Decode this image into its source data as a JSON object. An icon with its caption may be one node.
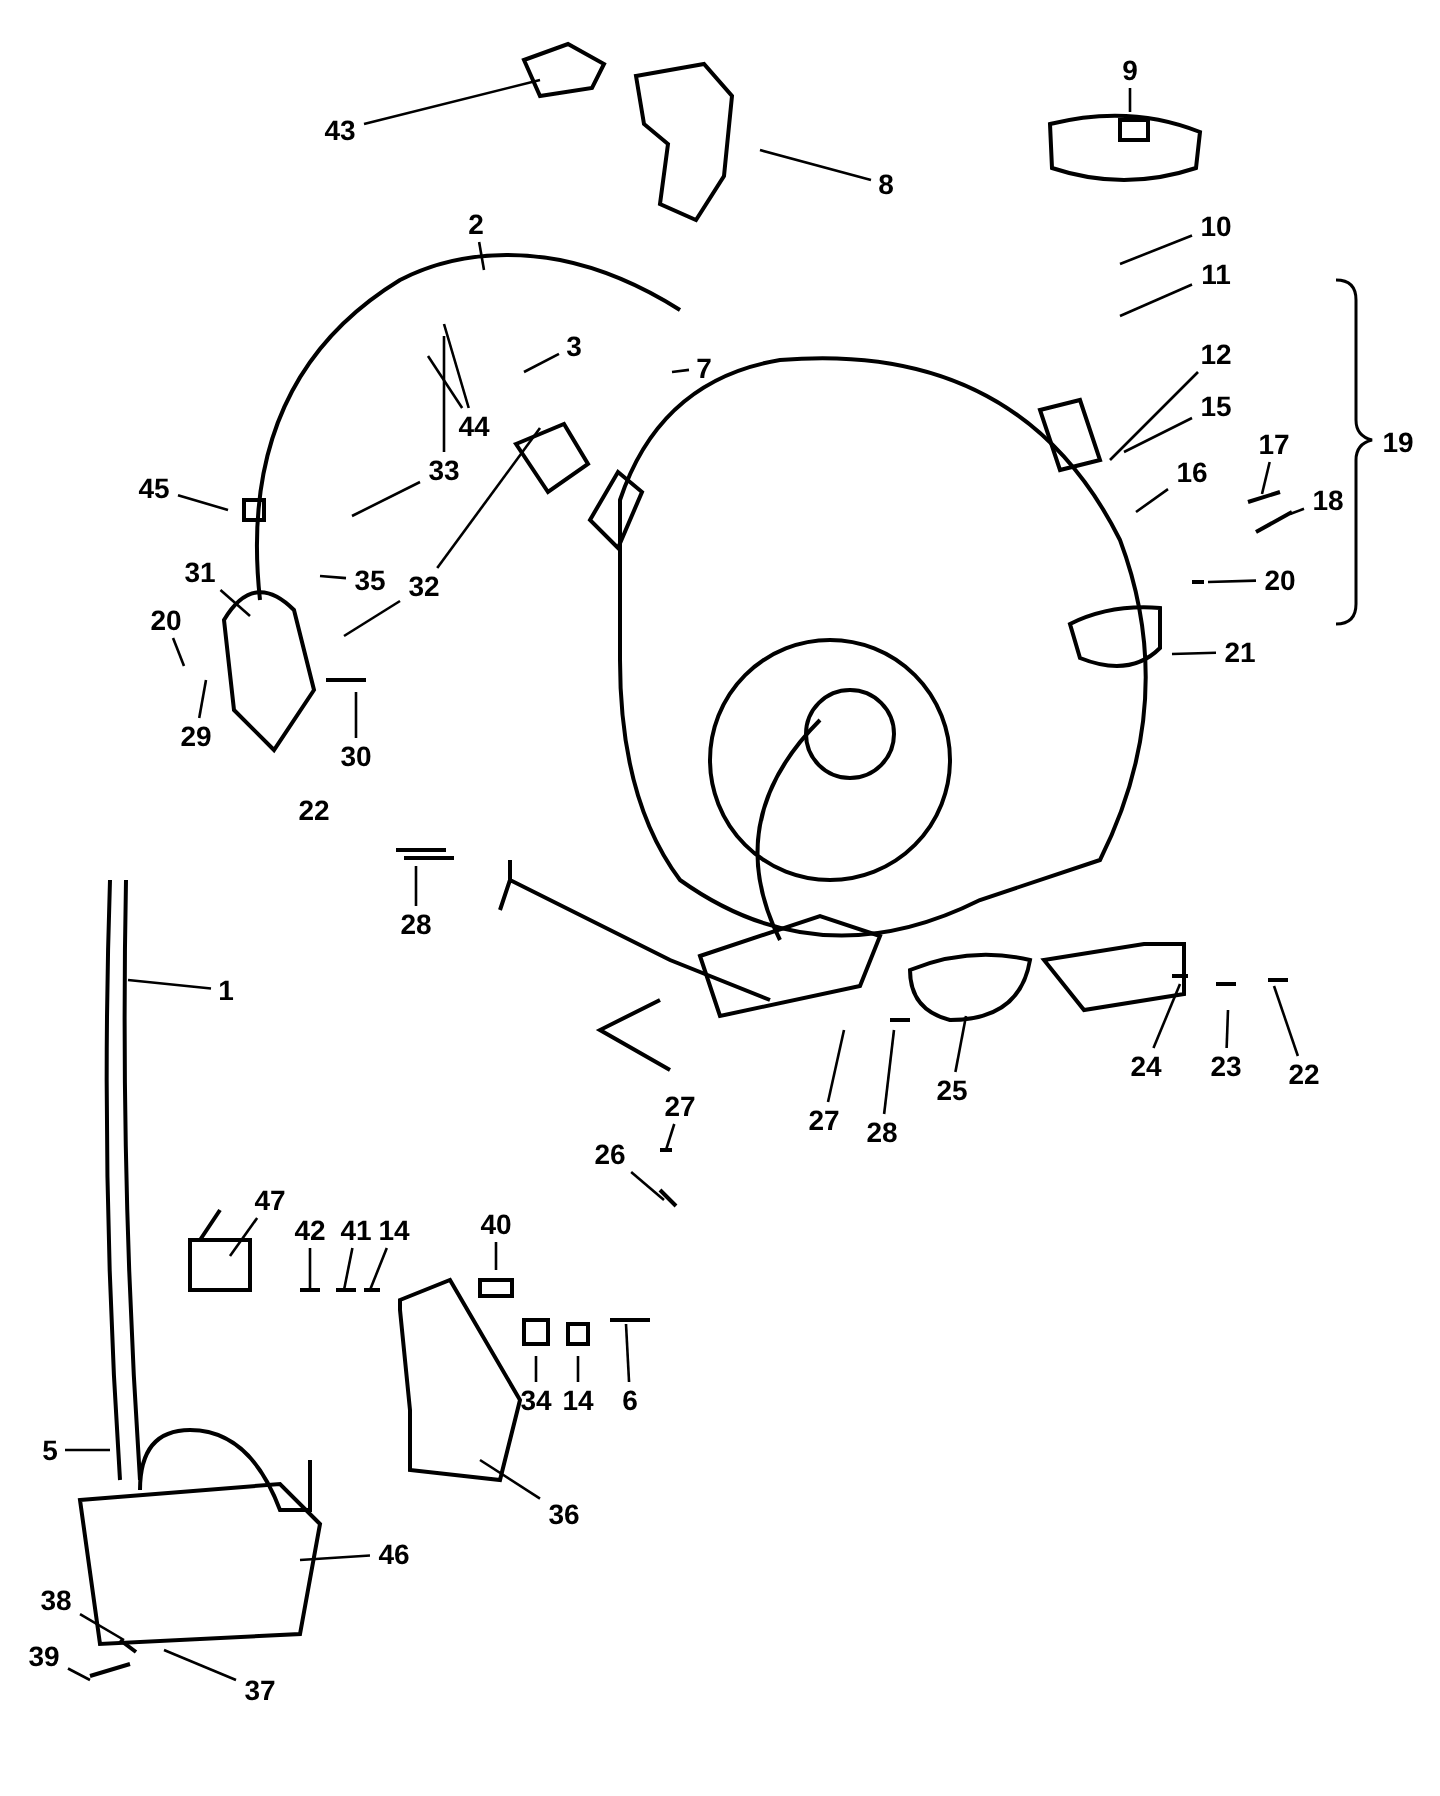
{
  "diagram": {
    "nodes": [
      {
        "text": [
          "43"
        ]
      },
      {
        "text": [
          "8"
        ]
      },
      {
        "text": [
          "9"
        ]
      },
      {
        "text": [
          "2"
        ]
      },
      {
        "text": [
          "10"
        ]
      },
      {
        "text": [
          "11"
        ]
      },
      {
        "text": [
          "3"
        ]
      },
      {
        "text": [
          "7"
        ]
      },
      {
        "text": [
          "12"
        ]
      },
      {
        "text": [
          "44"
        ]
      },
      {
        "text": [
          "15"
        ]
      },
      {
        "text": [
          "33"
        ]
      },
      {
        "text": [
          "16"
        ]
      },
      {
        "text": [
          "17"
        ]
      },
      {
        "text": [
          "45"
        ]
      },
      {
        "text": [
          "18"
        ]
      },
      {
        "text": [
          "20"
        ]
      },
      {
        "text": [
          "31"
        ]
      },
      {
        "text": [
          "35"
        ]
      },
      {
        "text": [
          "32"
        ]
      },
      {
        "text": [
          "21"
        ]
      },
      {
        "text": [
          "20"
        ]
      },
      {
        "text": [
          "29"
        ]
      },
      {
        "text": [
          "30"
        ]
      },
      {
        "text": [
          "28"
        ]
      },
      {
        "text": [
          "1"
        ]
      },
      {
        "text": [
          "25"
        ]
      },
      {
        "text": [
          "24"
        ]
      },
      {
        "text": [
          "23"
        ]
      },
      {
        "text": [
          "22"
        ]
      },
      {
        "text": [
          "27"
        ]
      },
      {
        "text": [
          "27"
        ]
      },
      {
        "text": [
          "28"
        ]
      },
      {
        "text": [
          "26"
        ]
      },
      {
        "text": [
          "47"
        ]
      },
      {
        "text": [
          "42"
        ]
      },
      {
        "text": [
          "41"
        ]
      },
      {
        "text": [
          "14"
        ]
      },
      {
        "text": [
          "40"
        ]
      },
      {
        "text": [
          "34"
        ]
      },
      {
        "text": [
          "14"
        ]
      },
      {
        "text": [
          "6"
        ]
      },
      {
        "text": [
          "5"
        ]
      },
      {
        "text": [
          "36"
        ]
      },
      {
        "text": [
          "46"
        ]
      },
      {
        "text": [
          "38"
        ]
      },
      {
        "text": [
          "39"
        ]
      },
      {
        "text": [
          "37"
        ]
      }
    ],
    "edges": [
      {
        "from": 0,
        "to": null,
        "arrow": "none"
      },
      {
        "from": 1,
        "to": null,
        "arrow": "none"
      },
      {
        "from": 2,
        "to": null,
        "arrow": "none"
      },
      {
        "from": 3,
        "to": null,
        "arrow": "none"
      },
      {
        "from": 4,
        "to": null,
        "arrow": "none"
      },
      {
        "from": 5,
        "to": null,
        "arrow": "none"
      },
      {
        "from": 6,
        "to": null,
        "arrow": "none"
      },
      {
        "from": 7,
        "to": null,
        "arrow": "none"
      },
      {
        "from": 8,
        "to": null,
        "arrow": "none"
      },
      {
        "from": 9,
        "to": null,
        "arrow": "none"
      },
      {
        "from": 9,
        "to": null,
        "arrow": "none"
      },
      {
        "from": 10,
        "to": null,
        "arrow": "none"
      },
      {
        "from": 11,
        "to": null,
        "arrow": "none"
      },
      {
        "from": 11,
        "to": null,
        "arrow": "none"
      },
      {
        "from": 12,
        "to": null,
        "arrow": "none"
      },
      {
        "from": 13,
        "to": null,
        "arrow": "none"
      },
      {
        "from": 14,
        "to": null,
        "arrow": "none"
      },
      {
        "from": 15,
        "to": null,
        "arrow": "none"
      },
      {
        "from": 16,
        "to": null,
        "arrow": "none"
      },
      {
        "from": 17,
        "to": null,
        "arrow": "none"
      },
      {
        "from": 18,
        "to": null,
        "arrow": "none"
      },
      {
        "from": 19,
        "to": null,
        "arrow": "none"
      },
      {
        "from": 19,
        "to": null,
        "arrow": "none"
      },
      {
        "from": 20,
        "to": null,
        "arrow": "none"
      },
      {
        "from": 21,
        "to": null,
        "arrow": "none"
      },
      {
        "from": 22,
        "to": null,
        "arrow": "none"
      },
      {
        "from": 23,
        "to": null,
        "arrow": "none"
      },
      {
        "from": 24,
        "to": null,
        "arrow": "none"
      },
      {
        "from": 25,
        "to": null,
        "arrow": "none"
      },
      {
        "from": 26,
        "to": null,
        "arrow": "none"
      },
      {
        "from": 27,
        "to": null,
        "arrow": "none"
      },
      {
        "from": 28,
        "to": null,
        "arrow": "none"
      },
      {
        "from": 29,
        "to": null,
        "arrow": "none"
      },
      {
        "from": 30,
        "to": null,
        "arrow": "none"
      },
      {
        "from": 31,
        "to": null,
        "arrow": "none"
      },
      {
        "from": 32,
        "to": null,
        "arrow": "none"
      },
      {
        "from": 33,
        "to": null,
        "arrow": "none"
      },
      {
        "from": 34,
        "to": null,
        "arrow": "none"
      },
      {
        "from": 35,
        "to": null,
        "arrow": "none"
      },
      {
        "from": 36,
        "to": null,
        "arrow": "none"
      },
      {
        "from": 37,
        "to": null,
        "arrow": "none"
      },
      {
        "from": 38,
        "to": null,
        "arrow": "none"
      },
      {
        "from": 39,
        "to": null,
        "arrow": "none"
      },
      {
        "from": 40,
        "to": null,
        "arrow": "none"
      },
      {
        "from": 41,
        "to": null,
        "arrow": "none"
      },
      {
        "from": 42,
        "to": null,
        "arrow": "none"
      },
      {
        "from": 43,
        "to": null,
        "arrow": "none"
      },
      {
        "from": 44,
        "to": null,
        "arrow": "none"
      },
      {
        "from": 45,
        "to": null,
        "arrow": "none"
      },
      {
        "from": 46,
        "to": null,
        "arrow": "none"
      },
      {
        "from": 47,
        "to": null,
        "arrow": "none"
      }
    ],
    "labels": [
      "19",
      "22"
    ]
  }
}
